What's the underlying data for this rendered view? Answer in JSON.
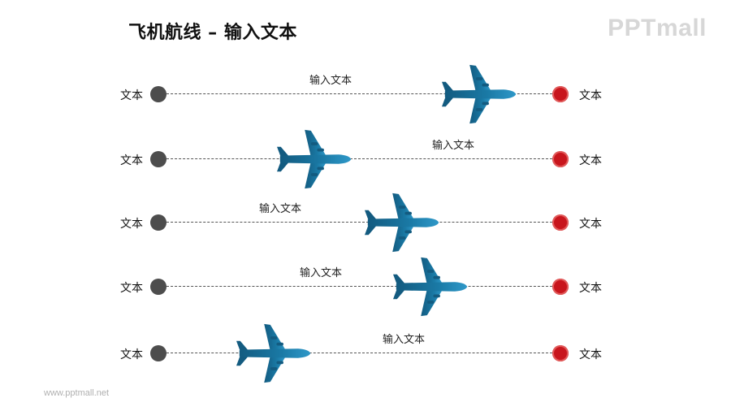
{
  "header": {
    "title": "飞机航线 – 输入文本"
  },
  "brand": {
    "logo_text": "PPTmall"
  },
  "footer": {
    "url": "www.pptmall.net"
  },
  "colors": {
    "plane": "#1a7aa6",
    "plane_dark": "#135b80",
    "origin_dot": "#4d4d4d",
    "destination_dot": "#c8161d",
    "route_line": "#555555"
  },
  "routes": [
    {
      "origin_label": "文本",
      "destination_label": "文本",
      "text": "输入文本",
      "progress": 0.8
    },
    {
      "origin_label": "文本",
      "destination_label": "文本",
      "text": "输入文本",
      "progress": 0.39
    },
    {
      "origin_label": "文本",
      "destination_label": "文本",
      "text": "输入文本",
      "progress": 0.61
    },
    {
      "origin_label": "文本",
      "destination_label": "文本",
      "text": "输入文本",
      "progress": 0.68
    },
    {
      "origin_label": "文本",
      "destination_label": "文本",
      "text": "输入文本",
      "progress": 0.29
    }
  ]
}
